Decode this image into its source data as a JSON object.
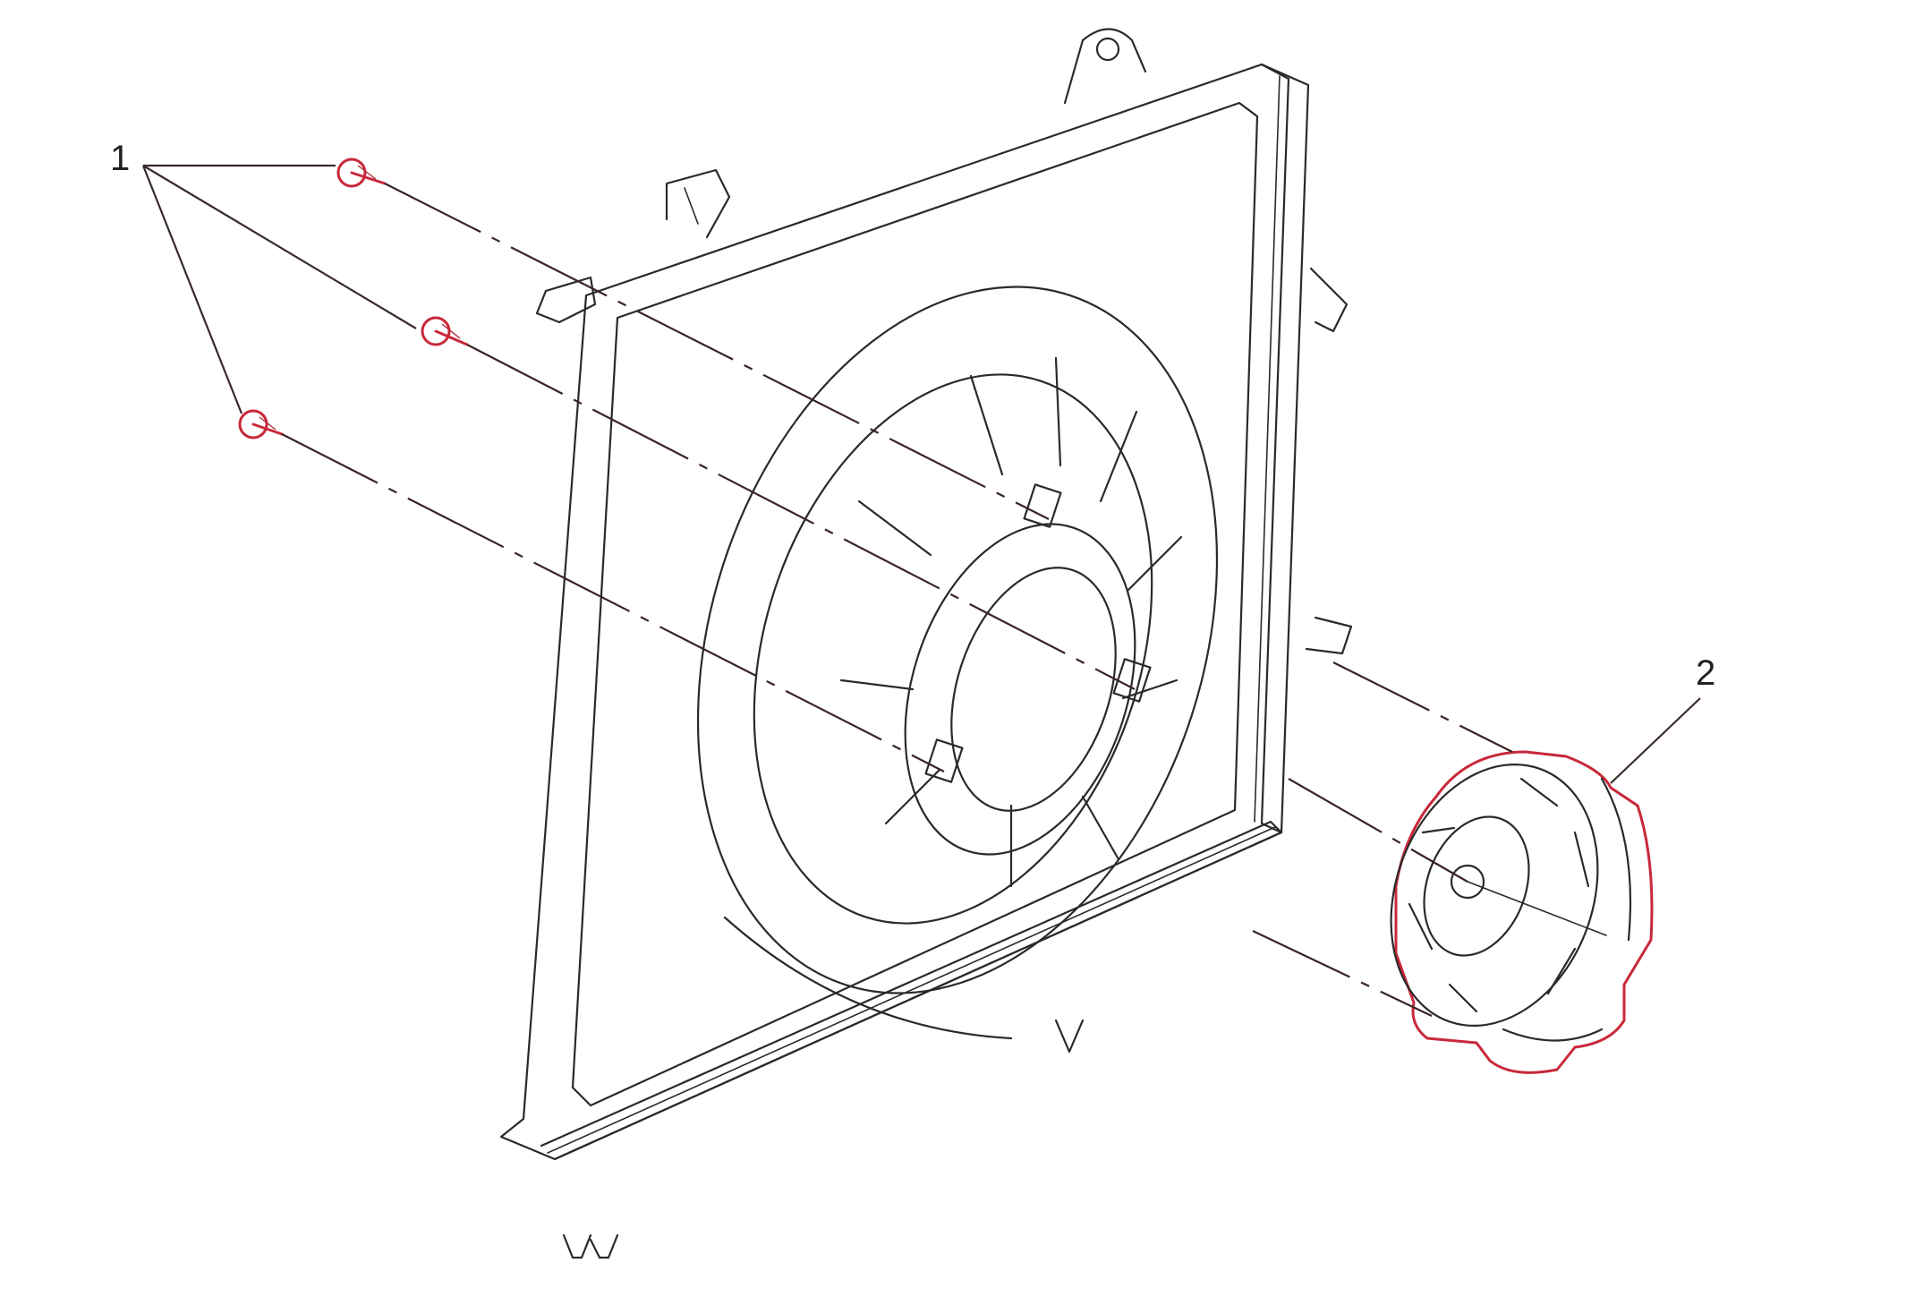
{
  "callouts": [
    {
      "id": "1",
      "label": "1"
    },
    {
      "id": "2",
      "label": "2"
    }
  ],
  "colors": {
    "line": "#2a2a2a",
    "highlight": "#c8283a",
    "background": "#ffffff"
  }
}
